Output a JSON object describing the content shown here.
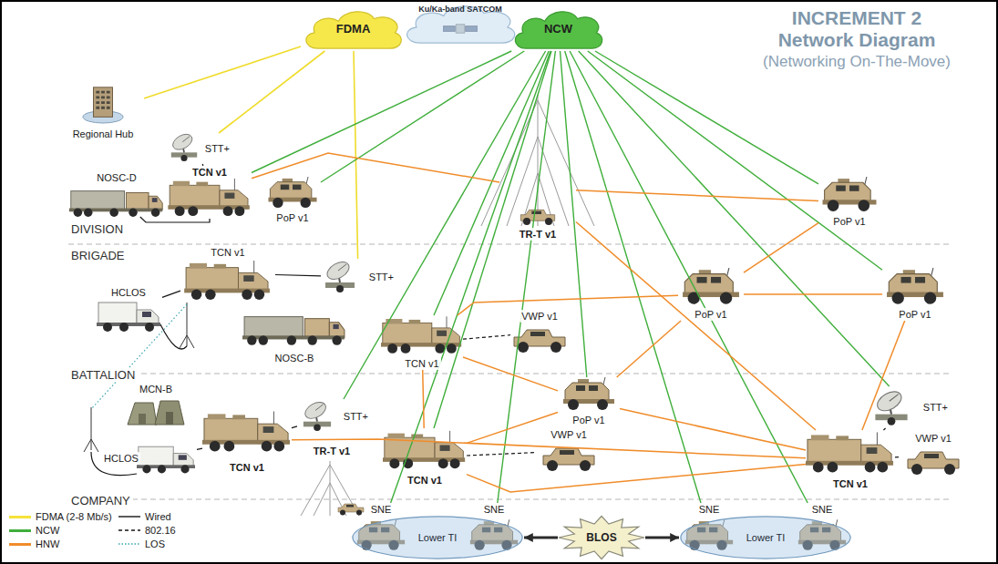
{
  "diagram": {
    "title": "INCREMENT 2 Network Diagram",
    "nodes": [
      {
        "text": [
          "FDMA"
        ]
      },
      {
        "text": [
          "Ku/Ka-band SATCOM"
        ]
      },
      {
        "text": [
          "NCW"
        ]
      },
      {
        "text": [
          "Regional Hub"
        ]
      },
      {
        "text": [
          "STT+"
        ]
      },
      {
        "text": [
          "NOSC-D"
        ]
      },
      {
        "text": [
          "TCN v1"
        ]
      },
      {
        "text": [
          "PoP v1"
        ]
      },
      {
        "text": [
          "TR-T v1"
        ]
      },
      {
        "text": [
          "PoP v1"
        ]
      },
      {
        "text": [
          "TCN v1"
        ]
      },
      {
        "text": [
          "HCLOS"
        ]
      },
      {
        "text": [
          "STT+"
        ]
      },
      {
        "text": [
          "NOSC-B"
        ]
      },
      {
        "text": [
          "TCN v1"
        ]
      },
      {
        "text": [
          "VWP v1"
        ]
      },
      {
        "text": [
          "PoP v1"
        ]
      },
      {
        "text": [
          "PoP v1"
        ]
      },
      {
        "text": [
          "MCN-B"
        ]
      },
      {
        "text": [
          "TCN v1"
        ]
      },
      {
        "text": [
          "HCLOS"
        ]
      },
      {
        "text": [
          "STT+"
        ]
      },
      {
        "text": [
          "TR-T v1"
        ]
      },
      {
        "text": [
          "PoP v1"
        ]
      },
      {
        "text": [
          "TCN v1"
        ]
      },
      {
        "text": [
          "VWP v1"
        ]
      },
      {
        "text": [
          "STT+"
        ]
      },
      {
        "text": [
          "TCN v1"
        ]
      },
      {
        "text": [
          "VWP v1"
        ]
      },
      {
        "text": [
          "Lower TI"
        ]
      },
      {
        "text": [
          "SNE"
        ],
        "in": 29
      },
      {
        "text": [
          "SNE"
        ],
        "in": 29
      },
      {
        "text": [
          "BLOS"
        ]
      },
      {
        "text": [
          "Lower TI"
        ]
      },
      {
        "text": [
          "SNE"
        ],
        "in": 33
      },
      {
        "text": [
          "SNE"
        ],
        "in": 33
      }
    ],
    "edges": [
      {
        "from": 0,
        "to": 3,
        "arrow": "none"
      },
      {
        "from": 0,
        "to": 4,
        "arrow": "none"
      },
      {
        "from": 0,
        "to": 12,
        "arrow": "none"
      },
      {
        "from": 2,
        "to": 6,
        "arrow": "none"
      },
      {
        "from": 2,
        "to": 7,
        "arrow": "none"
      },
      {
        "from": 2,
        "to": 14,
        "arrow": "none"
      },
      {
        "from": 2,
        "to": 21,
        "arrow": "none"
      },
      {
        "from": 2,
        "to": 24,
        "arrow": "none"
      },
      {
        "from": 2,
        "to": 30,
        "arrow": "none"
      },
      {
        "from": 2,
        "to": 31,
        "arrow": "none"
      },
      {
        "from": 2,
        "to": 23,
        "arrow": "none"
      },
      {
        "from": 2,
        "to": 34,
        "arrow": "none"
      },
      {
        "from": 2,
        "to": 35,
        "arrow": "none"
      },
      {
        "from": 2,
        "to": 9,
        "arrow": "none"
      },
      {
        "from": 2,
        "to": 17,
        "arrow": "none"
      },
      {
        "from": 2,
        "to": 26,
        "arrow": "none"
      },
      {
        "from": 6,
        "to": 8,
        "arrow": "none"
      },
      {
        "from": 8,
        "to": 9,
        "arrow": "none"
      },
      {
        "from": 8,
        "to": 27,
        "arrow": "none"
      },
      {
        "from": 9,
        "to": 16,
        "arrow": "none"
      },
      {
        "from": 14,
        "to": 16,
        "arrow": "none"
      },
      {
        "from": 16,
        "to": 17,
        "arrow": "none"
      },
      {
        "from": 16,
        "to": 23,
        "arrow": "none"
      },
      {
        "from": 14,
        "to": 24,
        "arrow": "none"
      },
      {
        "from": 14,
        "to": 23,
        "arrow": "none"
      },
      {
        "from": 24,
        "to": 23,
        "arrow": "none"
      },
      {
        "from": 24,
        "to": 27,
        "arrow": "none"
      },
      {
        "from": 17,
        "to": 27,
        "arrow": "none"
      },
      {
        "from": 19,
        "to": 27,
        "arrow": "none"
      },
      {
        "from": 23,
        "to": 27,
        "arrow": "none"
      },
      {
        "from": 5,
        "to": 6,
        "arrow": "none"
      },
      {
        "from": 4,
        "to": 6,
        "arrow": "none"
      },
      {
        "from": 10,
        "to": 12,
        "arrow": "none"
      },
      {
        "from": 10,
        "to": 11,
        "arrow": "none"
      },
      {
        "from": 19,
        "to": 21,
        "arrow": "none"
      },
      {
        "from": 19,
        "to": 20,
        "arrow": "none"
      },
      {
        "from": 26,
        "to": 27,
        "arrow": "none"
      },
      {
        "from": 14,
        "to": 15,
        "arrow": "none"
      },
      {
        "from": 24,
        "to": 25,
        "arrow": "none"
      },
      {
        "from": 27,
        "to": 28,
        "arrow": "none"
      },
      {
        "from": 32,
        "to": 29,
        "arrow": "to"
      },
      {
        "from": 32,
        "to": 33,
        "arrow": "to"
      }
    ],
    "labels": [
      "(Networking On-The-Move)",
      "DIVISION",
      "BRIGADE",
      "BATTALION",
      "COMPANY"
    ],
    "legend": [
      {
        "text": "FDMA (2-8 Mb/s)",
        "color": "#f5e23a"
      },
      {
        "text": "Wired"
      },
      {
        "text": "NCW",
        "color": "#3fae3a"
      },
      {
        "text": "802.16"
      },
      {
        "text": "HNW",
        "color": "#f08c2a"
      },
      {
        "text": "LOS"
      }
    ]
  }
}
